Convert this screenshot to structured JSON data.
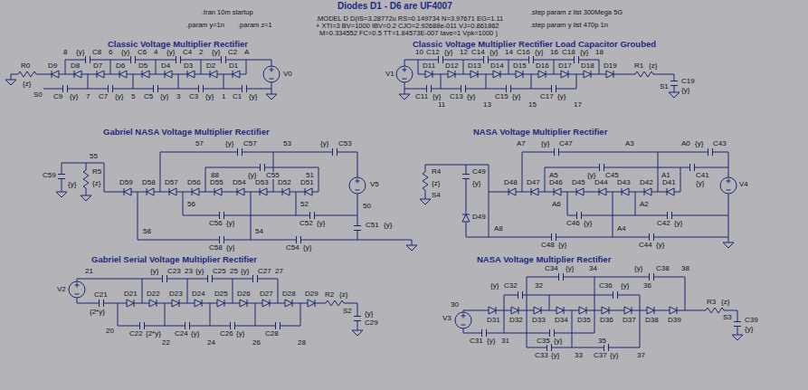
{
  "diagram": {
    "title": "Diodes D1 - D6 are UF4007",
    "labels": [
      ".tran 10m startup",
      ".param y=1n",
      ".param z=1",
      ".MODEL D D(IS=3.28772u RS=0.149734 N=3.97671 EG=1.11",
      "+ XTI=3 BV=1000 IBV=0.2 CJO=2.92688e-011 VJ=0.861862",
      "M=0.334552 FC=0.5 TT=1.84573E-007 Iave=1 Vpk=1000 )",
      ".step param z list 300Mega 5G",
      ".step param y list 470p 1n",
      "Classic Voltage Multiplier Rectifier",
      "Classic Voltage Multiplier Rectifier Load Capacitor Groubed",
      "Gabriel NASA Voltage Multiplier Rectifier",
      "NASA Voltage Multiplier Rectifier",
      "Gabriel Serial Voltage Multiplier Rectifier",
      "NASA Voltage Multiplier Rectifier",
      "8",
      "{y}",
      "C8",
      "6",
      "{y}",
      "C6",
      "4",
      "{y}",
      "C4",
      "2",
      "{y}",
      "C2",
      "A",
      "R0",
      "{z}",
      "D9",
      "D8",
      "D7",
      "D6",
      "D5",
      "D4",
      "D3",
      "D2",
      "D1",
      "V0",
      "S0",
      "C9",
      "{y}",
      "7",
      "C7",
      "{y}",
      "5",
      "C5",
      "{y}",
      "3",
      "C3",
      "{y}",
      "1",
      "C1",
      "{y}",
      "10",
      "C12",
      "{y}",
      "12",
      "C14",
      "{y}",
      "14",
      "C16",
      "{y}",
      "16",
      "C18",
      "{y}",
      "18",
      "V1",
      "D11",
      "D12",
      "D13",
      "D14",
      "D15",
      "D16",
      "D17",
      "D18",
      "D19",
      "R1",
      "{z}",
      "S1",
      "C19",
      "{y}",
      "C11",
      "{y}",
      "C13",
      "{y}",
      "C15",
      "{y}",
      "C17",
      "{y}",
      "11",
      "13",
      "15",
      "17",
      "57",
      "{y}",
      "C57",
      "53",
      "{y}",
      "C53",
      "55",
      "C59",
      "{y}",
      "R5",
      "{z}",
      "88",
      "{y}",
      "C55",
      "51",
      "D59",
      "D58",
      "D57",
      "D56",
      "D55",
      "D54",
      "D53",
      "D52",
      "D51",
      "V5",
      "56",
      "52",
      "50",
      "C56",
      "{y}",
      "C52",
      "{y}",
      "C51",
      "{y}",
      "58",
      "54",
      "C58",
      "{y}",
      "C54",
      "{y}",
      "A7",
      "{y}",
      "C47",
      "A3",
      "A0",
      "{y}",
      "C43",
      "R4",
      "{z}",
      "S4",
      "C49",
      "{y}",
      "D49",
      "A5",
      "{y}",
      "C45",
      "A1",
      "C41",
      "{y}",
      "D48",
      "D47",
      "D46",
      "D45",
      "D44",
      "D43",
      "D42",
      "D41",
      "V4",
      "A6",
      "A2",
      "C46",
      "{y}",
      "C42",
      "{y}",
      "A8",
      "A4",
      "C48",
      "{y}",
      "C44",
      "{y}",
      "21",
      "{y}",
      "C23",
      "23",
      "{y}",
      "C25",
      "25",
      "{y}",
      "C27",
      "27",
      "V2",
      "C21",
      "{2*y}",
      "D21",
      "D22",
      "D23",
      "D24",
      "D25",
      "D26",
      "D27",
      "D28",
      "D29",
      "R2",
      "{z}",
      "S2",
      "{y}",
      "C29",
      "20",
      "C22",
      "{2*y}",
      "22",
      "C24",
      "{y}",
      "24",
      "C26",
      "{y}",
      "26",
      "C28",
      "28",
      "30",
      "V3",
      "C34",
      "{y}",
      "34",
      "{y}",
      "C38",
      "38",
      "{y}",
      "C32",
      "32",
      "C36",
      "{y}",
      "36",
      "D31",
      "D32",
      "D33",
      "D34",
      "D35",
      "D36",
      "D37",
      "D38",
      "D39",
      "R3",
      "{z}",
      "S3",
      "C39",
      "{y}",
      "C31",
      "{y}",
      "31",
      "C35",
      "{y}",
      "35",
      "C33",
      "{y}",
      "33",
      "C37",
      "{y}",
      "37"
    ]
  }
}
